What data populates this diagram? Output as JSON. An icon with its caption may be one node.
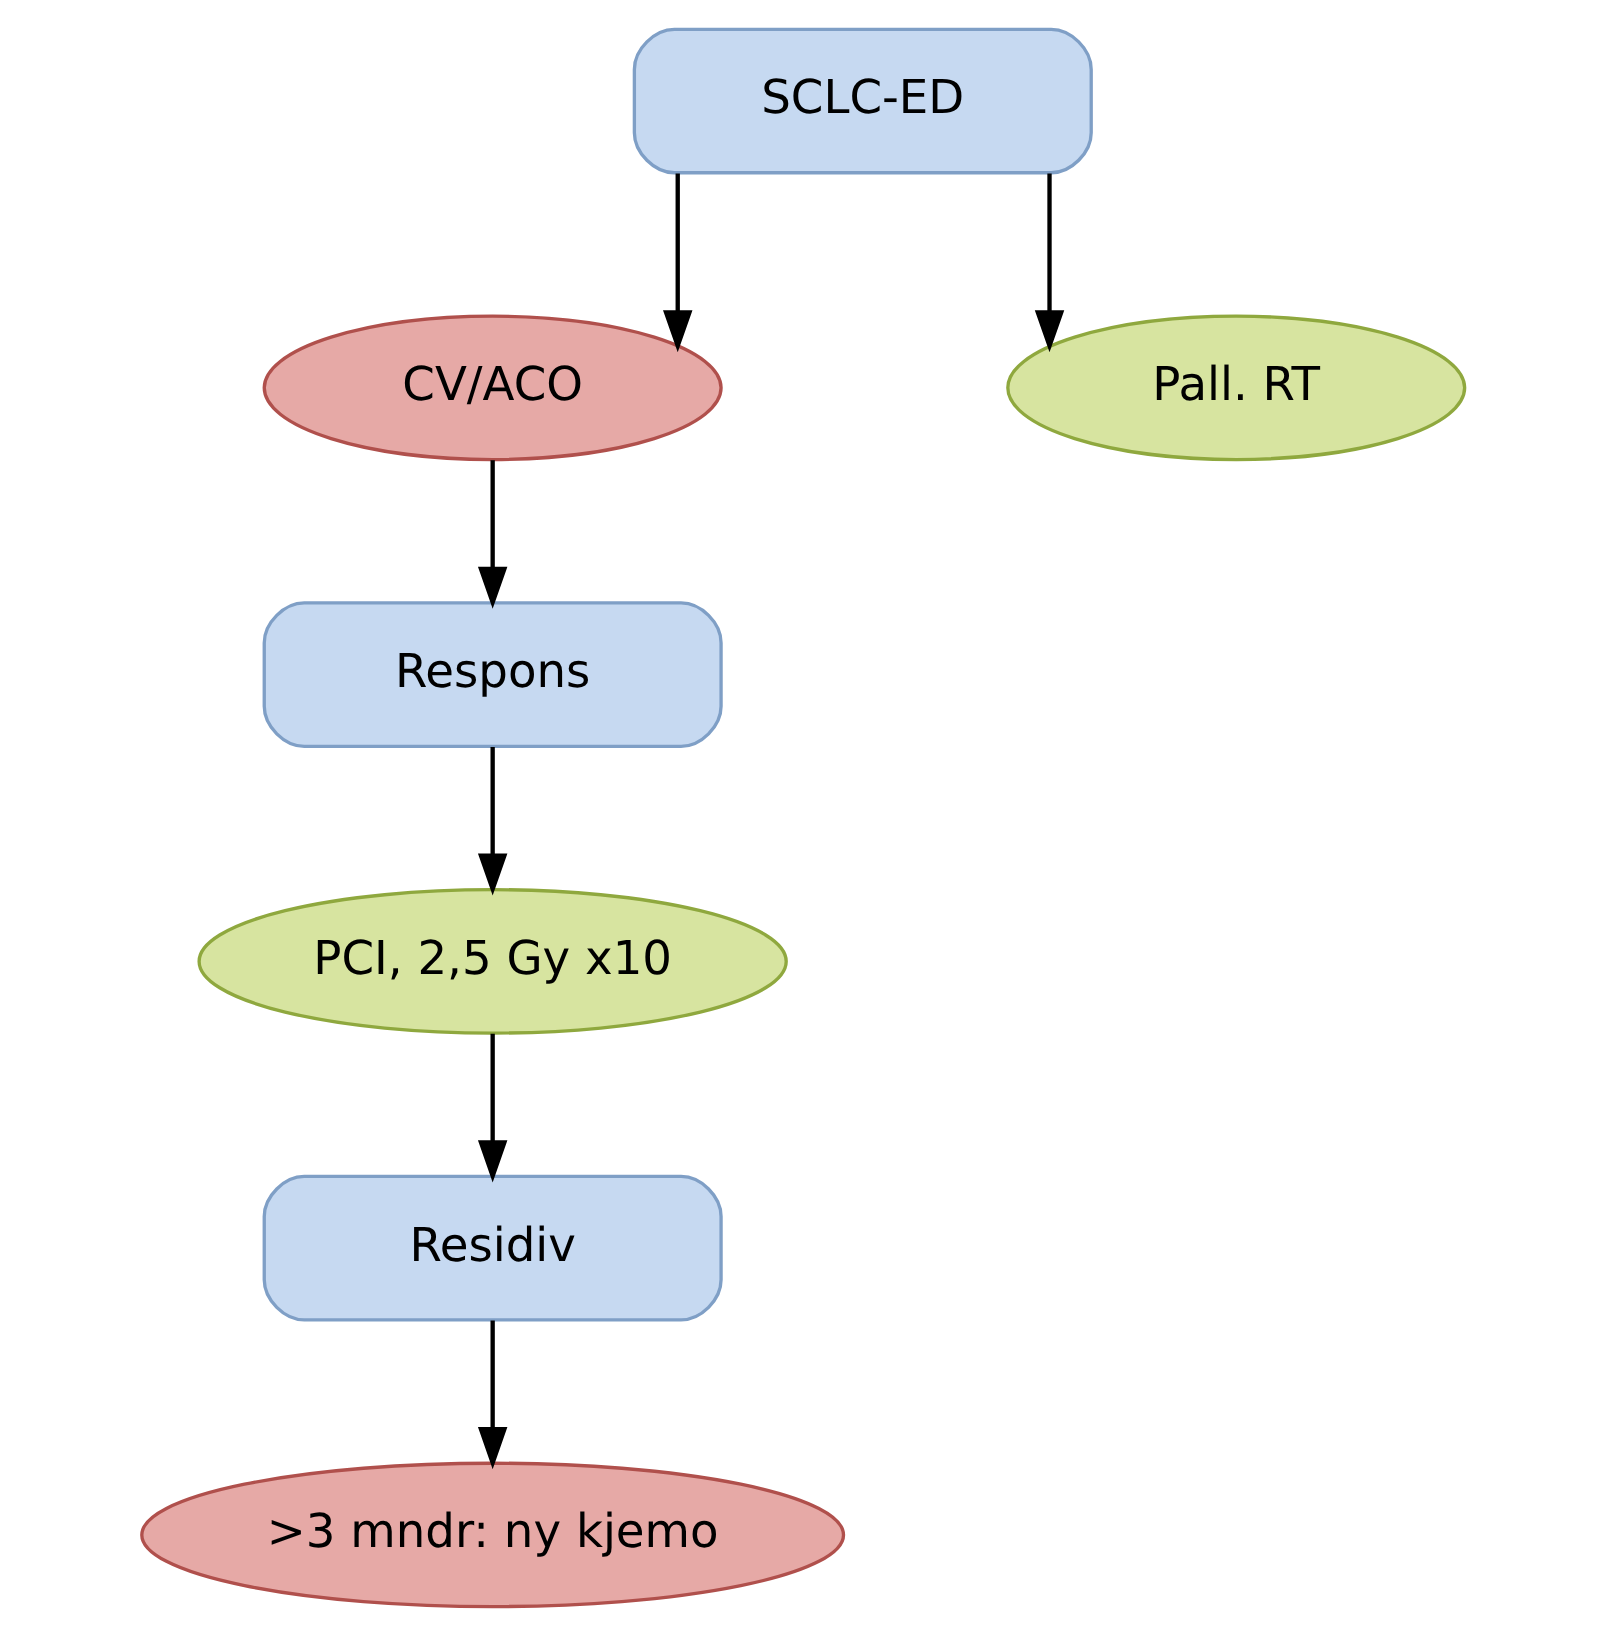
{
  "diagram": {
    "nodes": [
      {
        "text": [
          "SCLC-ED"
        ]
      },
      {
        "text": [
          "CV/ACO"
        ]
      },
      {
        "text": [
          "Pall. RT"
        ]
      },
      {
        "text": [
          "Respons"
        ]
      },
      {
        "text": [
          "PCI, 2,5 Gy x10"
        ]
      },
      {
        "text": [
          "Residiv"
        ]
      },
      {
        "text": [
          ">3 mndr: ny kjemo"
        ]
      }
    ],
    "edges": [
      {
        "from": 0,
        "to": 1,
        "arrow": "to"
      },
      {
        "from": 0,
        "to": 2,
        "arrow": "to"
      },
      {
        "from": 1,
        "to": 3,
        "arrow": "to"
      },
      {
        "from": 3,
        "to": 4,
        "arrow": "to"
      },
      {
        "from": 4,
        "to": 5,
        "arrow": "to"
      },
      {
        "from": 5,
        "to": 6,
        "arrow": "to"
      }
    ]
  }
}
